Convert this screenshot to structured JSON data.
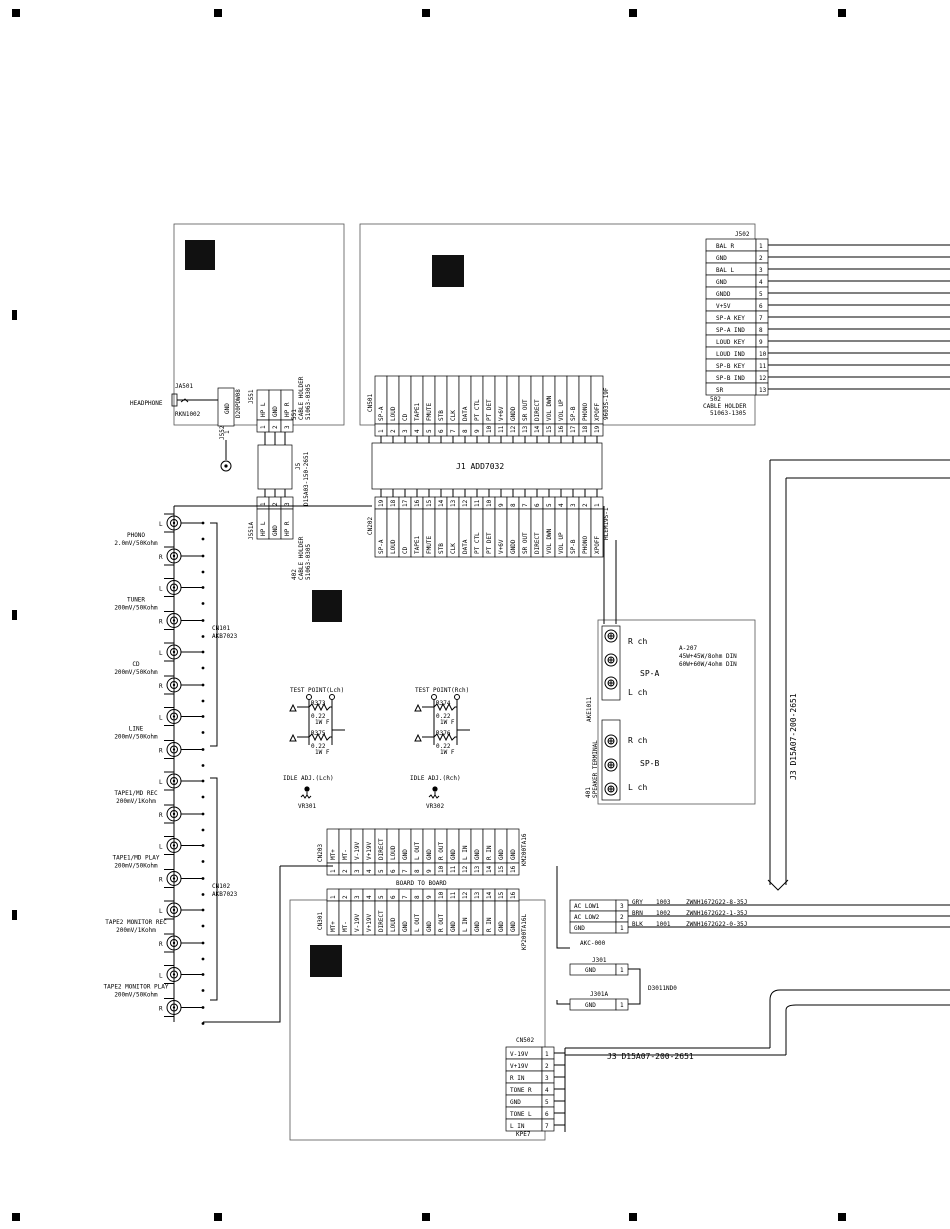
{
  "page": {
    "registration_marks": true
  },
  "headphone": {
    "label": "HEADPHONE",
    "jack_ref": "JA501",
    "jack_part": "RKN1002",
    "j552_ref": "J552",
    "j552_pin": "GND",
    "j552_pin_no": "1",
    "j552_part": "D20PDW08",
    "j551_ref": "J551",
    "j551_pins": [
      "HP L",
      "GND",
      "HP R"
    ],
    "j551_pin_nos": [
      "1",
      "2",
      "3"
    ],
    "holder_551_title": "551",
    "holder_551_desc": "CABLE HOLDER",
    "holder_551_part": "51063-0305",
    "j5_cable": "J5",
    "j5_part": "D15A03-150-2651",
    "j551a_ref": "J551A",
    "j551a_pins": [
      "HP L",
      "GND",
      "HP R"
    ],
    "j551a_pin_nos": [
      "1",
      "2",
      "3"
    ],
    "holder_402_title": "402",
    "holder_402_desc": "CABLE HOLDER",
    "holder_402_part": "51063-0305"
  },
  "cn501": {
    "ref": "CN501",
    "pins": [
      "SP-A",
      "LOUD",
      "CD",
      "TAPE1",
      "FMUTE",
      "STB",
      "CLK",
      "DATA",
      "PT CTL",
      "PT DET",
      "V+6V",
      "GNDD",
      "SR OUT",
      "DIRECT",
      "VOL DWN",
      "VOL UP",
      "SP-B",
      "PHONO",
      "XPOFF"
    ],
    "part": "9603S-19F"
  },
  "j1": {
    "label": "J1 ADD7032"
  },
  "cn202": {
    "ref": "CN202",
    "pins": [
      "SP-A",
      "LOUD",
      "CD",
      "TAPE1",
      "FMUTE",
      "STB",
      "CLK",
      "DATA",
      "PT CTL",
      "PT DET",
      "V+6V",
      "GNDD",
      "SR OUT",
      "DIRECT",
      "VOL DWN",
      "VOL UP",
      "SP-B",
      "PHONO",
      "XPOFF"
    ],
    "part": "HLEM19S-1"
  },
  "j502": {
    "ref": "J502",
    "pins": [
      {
        "name": "BAL R",
        "no": "1"
      },
      {
        "name": "GND",
        "no": "2"
      },
      {
        "name": "BAL L",
        "no": "3"
      },
      {
        "name": "GND",
        "no": "4"
      },
      {
        "name": "GNDD",
        "no": "5"
      },
      {
        "name": "V+5V",
        "no": "6"
      },
      {
        "name": "SP-A KEY",
        "no": "7"
      },
      {
        "name": "SP-A IND",
        "no": "8"
      },
      {
        "name": "LOUD KEY",
        "no": "9"
      },
      {
        "name": "LOUD IND",
        "no": "10"
      },
      {
        "name": "SP-B KEY",
        "no": "11"
      },
      {
        "name": "SP-B IND",
        "no": "12"
      },
      {
        "name": "SR",
        "no": "13"
      }
    ],
    "holder_title": "502",
    "holder_desc": "CABLE HOLDER",
    "holder_part": "51063-1305"
  },
  "inputs": {
    "groups": [
      {
        "name": "PHONO",
        "spec": "2.0mV/50Kohm"
      },
      {
        "name": "TUNER",
        "spec": "200mV/50Kohm"
      },
      {
        "name": "CD",
        "spec": "200mV/50Kohm"
      },
      {
        "name": "LINE",
        "spec": "200mV/50Kohm"
      },
      {
        "name": "TAPE1/MD REC",
        "spec": "200mV/1Kohm"
      },
      {
        "name": "TAPE1/MD PLAY",
        "spec": "200mV/50Kohm"
      },
      {
        "name": "TAPE2 MONITOR REC",
        "spec": "200mV/1Kohm"
      },
      {
        "name": "TAPE2 MONITOR PLAY",
        "spec": "200mV/50Kohm"
      }
    ],
    "left_label": "L",
    "right_label": "R",
    "cn101_ref": "CN101",
    "cn101_part": "AKB7023",
    "cn102_ref": "CN102",
    "cn102_part": "AKB7023"
  },
  "test_points": {
    "left_title": "TEST POINT(Lch)",
    "right_title": "TEST POINT(Rch)",
    "left_resistors": [
      {
        "ref": "R373",
        "value": "0.22",
        "rating": "1W F"
      },
      {
        "ref": "R375",
        "value": "0.22",
        "rating": "1W F"
      }
    ],
    "right_resistors": [
      {
        "ref": "R374",
        "value": "0.22",
        "rating": "1W F"
      },
      {
        "ref": "R376",
        "value": "0.22",
        "rating": "1W F"
      }
    ],
    "left_idle": "IDLE ADJ.(Lch)",
    "right_idle": "IDLE ADJ.(Rch)",
    "left_vr": "VR301",
    "right_vr": "VR302"
  },
  "speaker": {
    "ref": "AKE1011",
    "terminal_no": "401",
    "terminal_label": "SPEAKER TERMINAL",
    "a_label": "SP-A",
    "b_label": "SP-B",
    "r_ch": "R ch",
    "l_ch": "L ch",
    "ref_a": "A-207",
    "spec_1": "45W+45W/8ohm DIN",
    "spec_2": "60W+60W/4ohm DIN"
  },
  "board_to_board": {
    "label": "BOARD TO BOARD",
    "cn203_ref": "CN203",
    "cn203_part": "KM200TA16",
    "cn301_ref": "CN301",
    "cn301_part": "KP200TA16L",
    "pins": [
      "MT+",
      "MT-",
      "V-19V",
      "V+19V",
      "DIRECT",
      "LOUD",
      "GND",
      "L OUT",
      "GND",
      "R OUT",
      "GND",
      "L IN",
      "GND",
      "R IN",
      "GND",
      "GND"
    ],
    "pin_nos": [
      "1",
      "2",
      "3",
      "4",
      "5",
      "6",
      "7",
      "8",
      "9",
      "10",
      "11",
      "12",
      "13",
      "14",
      "15",
      "16"
    ]
  },
  "ac": {
    "rows": [
      {
        "name": "AC LOW1",
        "no": "3",
        "color": "GRY",
        "ref": "1003",
        "part": "ZWNH1672G22-8-35J"
      },
      {
        "name": "AC LOW2",
        "no": "2",
        "color": "BRN",
        "ref": "1002",
        "part": "ZWNH1672G22-1-35J"
      },
      {
        "name": "GND",
        "no": "1",
        "color": "BLK",
        "ref": "1001",
        "part": "ZWNH1672G22-0-35J"
      }
    ],
    "ref": "AKC-000"
  },
  "j301": {
    "ref": "J301",
    "pin": "GND",
    "no": "1",
    "a_ref": "J301A",
    "a_pin": "GND",
    "a_no": "1",
    "part": "D3011ND0"
  },
  "cn502": {
    "ref": "CN502",
    "pins": [
      {
        "name": "V-19V",
        "no": "1"
      },
      {
        "name": "V+19V",
        "no": "2"
      },
      {
        "name": "R IN",
        "no": "3"
      },
      {
        "name": "TONE R",
        "no": "4"
      },
      {
        "name": "GND",
        "no": "5"
      },
      {
        "name": "TONE L",
        "no": "6"
      },
      {
        "name": "L IN",
        "no": "7"
      }
    ],
    "part": "KPE7"
  },
  "j3": {
    "vertical": "J3 D15A07-200-2651",
    "horizontal": "J3 D15A07-200-2651"
  }
}
